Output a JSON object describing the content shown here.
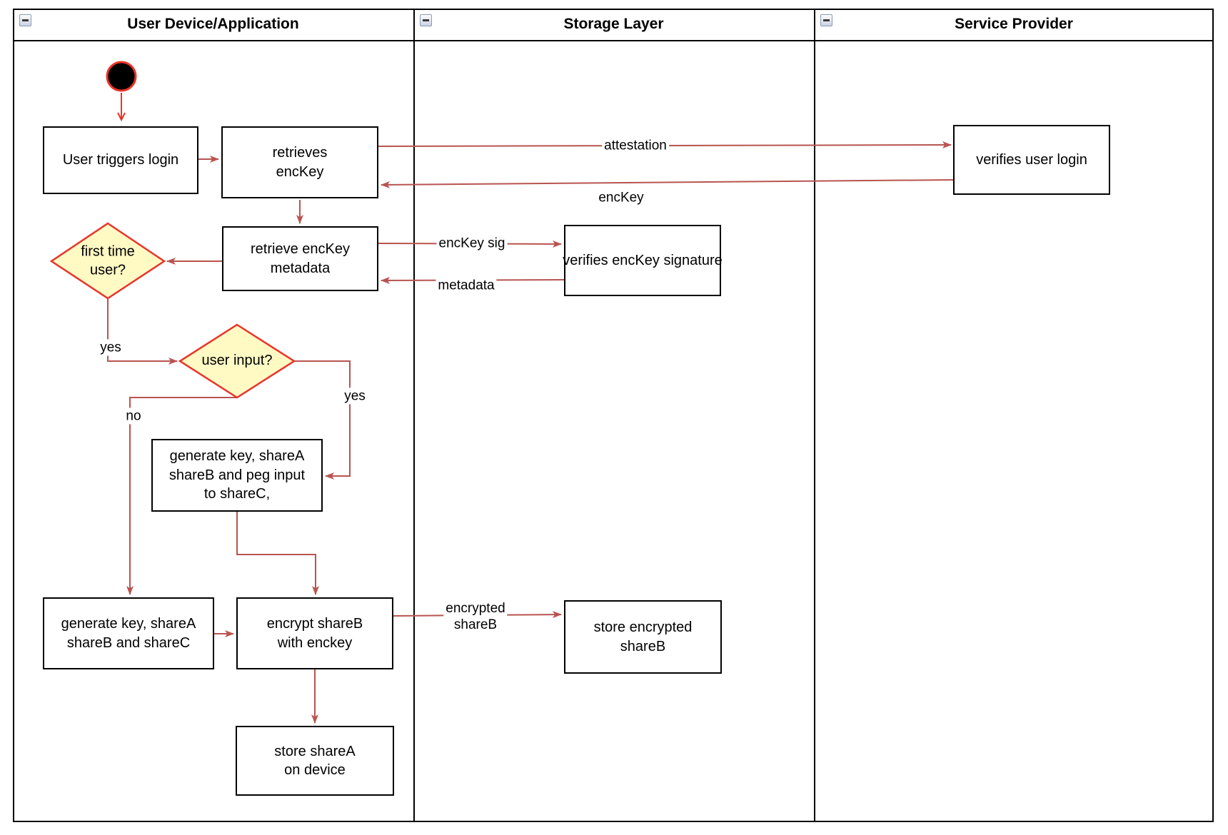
{
  "diagram": {
    "lanes": [
      {
        "title": "User Device/Application"
      },
      {
        "title": "Storage Layer"
      },
      {
        "title": "Service Provider"
      }
    ],
    "nodes": {
      "user_triggers_login": "User triggers login",
      "retrieves_enckey": "retrieves\nencKey",
      "retrieve_enckey_metadata": "retrieve encKey\nmetadata",
      "first_time_user": "first time\nuser?",
      "user_input": "user input?",
      "generate_key_peg_input": "generate key, shareA\nshareB and peg input\nto shareC,",
      "generate_key_sharec": "generate key, shareA\nshareB and shareC",
      "encrypt_shareb": "encrypt shareB\nwith enckey",
      "store_sharea": "store shareA\non device",
      "verifies_enckey_signature": "verifies encKey signature",
      "store_encrypted_shareb": "store encrypted\nshareB",
      "verifies_user_login": "verifies user login"
    },
    "edge_labels": {
      "attestation": "attestation",
      "enckey_return": "encKey",
      "enckey_sig": "encKey sig",
      "metadata": "metadata",
      "first_time_yes": "yes",
      "user_input_yes": "yes",
      "user_input_no": "no",
      "encrypted_shareb": "encrypted\nshareB"
    },
    "colors": {
      "connector": "#B85450",
      "start_accent": "#E8342A",
      "decision_fill": "#FFF9C4",
      "decision_stroke": "#E8342A",
      "node_fill": "#FFFFFF",
      "node_border": "#000000"
    }
  }
}
